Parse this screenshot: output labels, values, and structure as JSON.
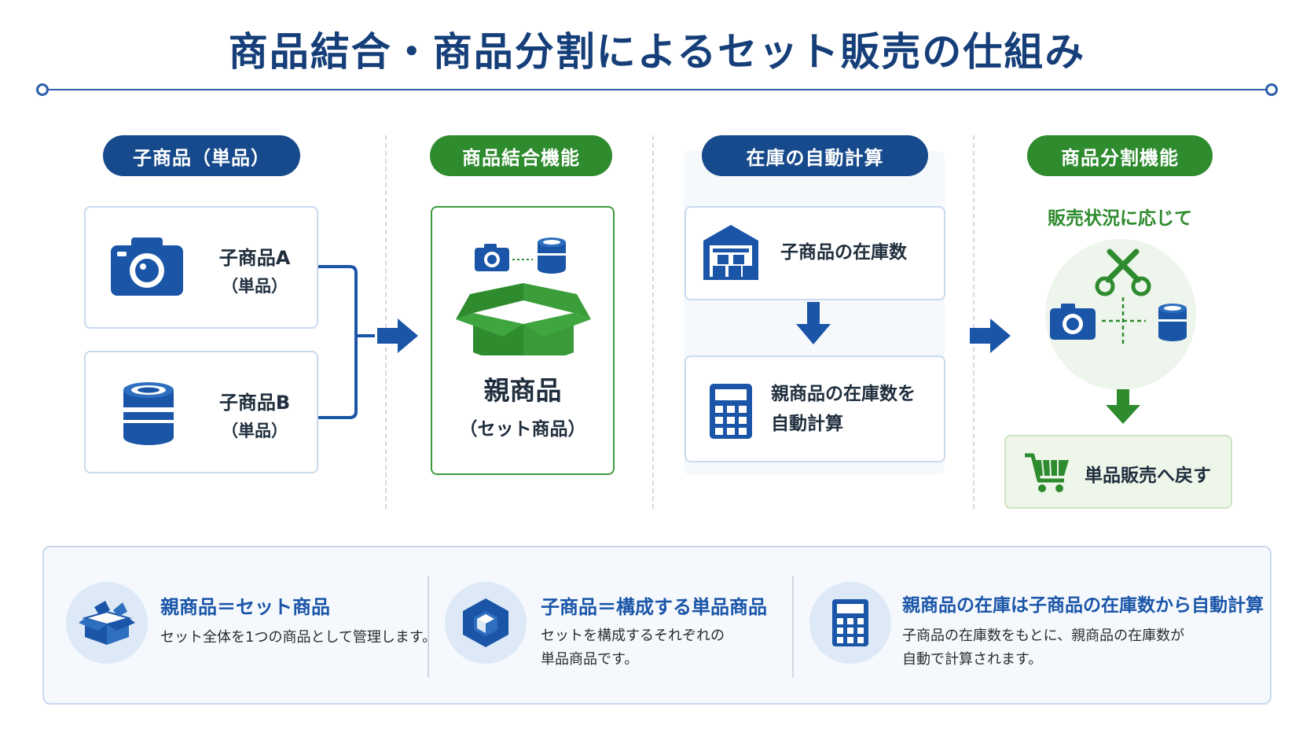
{
  "title": "商品結合・商品分割によるセット販売の仕組み",
  "colors": {
    "navy": "#174a8c",
    "green": "#2e8b2e",
    "accent_blue": "#1a55a8"
  },
  "columns": {
    "child": {
      "pill": "子商品（単品）",
      "items": [
        {
          "icon": "camera-icon",
          "name": "子商品A",
          "sub": "（単品）"
        },
        {
          "icon": "lens-icon",
          "name": "子商品B",
          "sub": "（単品）"
        }
      ]
    },
    "combine": {
      "pill": "商品結合機能",
      "parent_name": "親商品",
      "parent_sub": "（セット商品）"
    },
    "inventory": {
      "pill": "在庫の自動計算",
      "step1": "子商品の在庫数",
      "step2_line1": "親商品の在庫数を",
      "step2_line2": "自動計算"
    },
    "split": {
      "pill": "商品分割機能",
      "caption": "販売状況に応じて",
      "result": "単品販売へ戻す"
    }
  },
  "info": [
    {
      "icon": "box-icon",
      "title": "親商品＝セット商品",
      "desc": [
        "セット全体を1つの商品として管理します。"
      ]
    },
    {
      "icon": "cube-icon",
      "title": "子商品＝構成する単品商品",
      "desc": [
        "セットを構成するそれぞれの",
        "単品商品です。"
      ]
    },
    {
      "icon": "calculator-icon",
      "title": "親商品の在庫は子商品の在庫数から自動計算",
      "desc": [
        "子商品の在庫数をもとに、親商品の在庫数が",
        "自動で計算されます。"
      ]
    }
  ]
}
